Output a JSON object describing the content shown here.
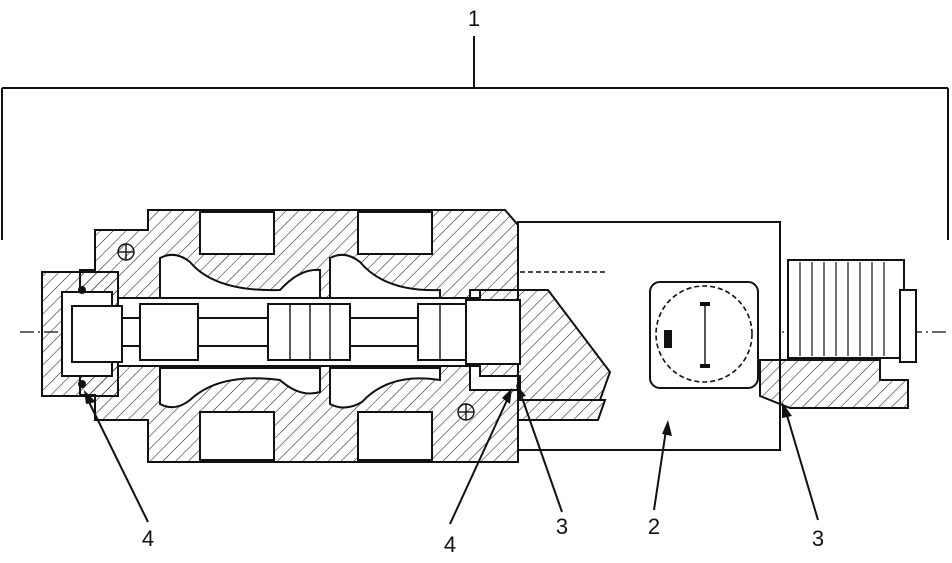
{
  "callouts": [
    {
      "id": "1",
      "text": "1"
    },
    {
      "id": "4a",
      "text": "4"
    },
    {
      "id": "4b",
      "text": "4"
    },
    {
      "id": "3a",
      "text": "3"
    },
    {
      "id": "2",
      "text": "2"
    },
    {
      "id": "3b",
      "text": "3"
    }
  ]
}
